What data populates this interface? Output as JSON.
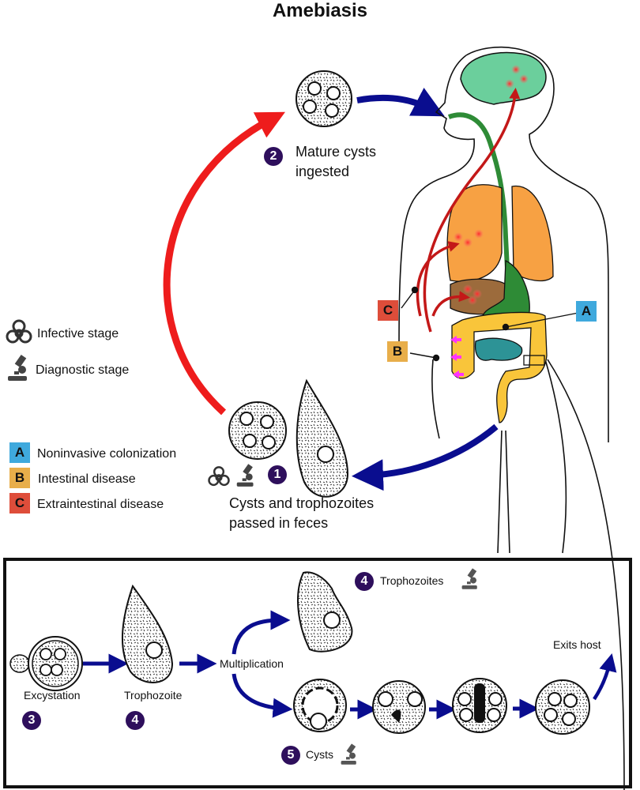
{
  "title": "Amebiasis",
  "colors": {
    "stage_badge": "#2e0f5c",
    "key_a": "#3fa9dd",
    "key_b": "#e8ae4a",
    "key_c": "#de4d3a",
    "infective_arrow": "#ee1c1c",
    "flow_arrow": "#0a0d8f",
    "internal_red": "#c31818",
    "brain": "#6bcf9c",
    "lungs": "#f7a143",
    "liver": "#9c6b3c",
    "stomach": "#2e8b36",
    "colon": "#f9c53a",
    "small_intestine": "#2d9396"
  },
  "legend": {
    "stages": [
      {
        "icon": "biohazard-icon",
        "label": "Infective stage"
      },
      {
        "icon": "microscope-icon",
        "label": "Diagnostic stage"
      }
    ],
    "disease_keys": [
      {
        "key": "A",
        "label": "Noninvasive colonization"
      },
      {
        "key": "B",
        "label": "Intestinal disease"
      },
      {
        "key": "C",
        "label": "Extraintestinal disease"
      }
    ]
  },
  "stages": {
    "s1": {
      "number": "1",
      "label_line1": "Cysts and trophozoites",
      "label_line2": "passed in feces"
    },
    "s2": {
      "number": "2",
      "label_line1": "Mature cysts",
      "label_line2": "ingested"
    },
    "s3": {
      "number": "3",
      "label": "Excystation"
    },
    "s4a": {
      "number": "4",
      "label": "Trophozoite"
    },
    "s4b": {
      "number": "4",
      "label": "Trophozoites"
    },
    "s5": {
      "number": "5",
      "label": "Cysts"
    }
  },
  "body_labels": {
    "a": "A",
    "b": "B",
    "c": "C"
  },
  "inset": {
    "multiplication": "Multiplication",
    "exits_host": "Exits host"
  }
}
